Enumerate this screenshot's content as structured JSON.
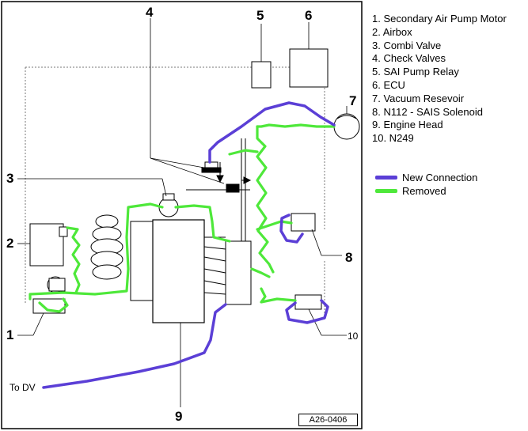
{
  "diagram": {
    "callouts": [
      "1",
      "2",
      "3",
      "4",
      "5",
      "6",
      "7",
      "8",
      "9",
      "10"
    ],
    "to_dv_label": "To DV",
    "figure_id": "A26-0406"
  },
  "legend": {
    "items": [
      "1. Secondary Air Pump Motor",
      "2. Airbox",
      "3. Combi Valve",
      "4. Check Valves",
      "5. SAI Pump Relay",
      "6. ECU",
      "7. Vacuum Resevoir",
      "8. N112 - SAIS Solenoid",
      "9. Engine Head",
      "10. N249"
    ]
  },
  "line_key": {
    "new_connection": {
      "label": "New Connection",
      "color": "#5b3fd6"
    },
    "removed": {
      "label": "Removed",
      "color": "#4ee83a"
    }
  },
  "colors": {
    "line_ink": "#000000",
    "frame_border": "#000000",
    "dotted": "#777777"
  }
}
